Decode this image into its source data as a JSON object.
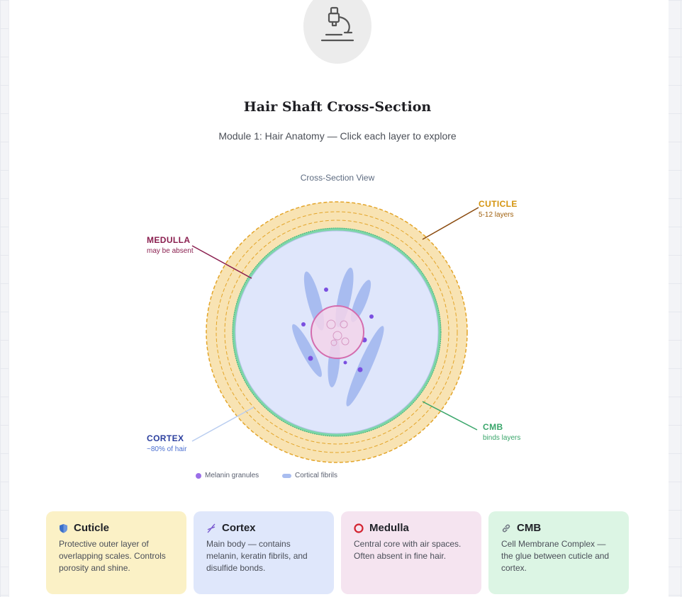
{
  "header": {
    "icon": "microscope-icon",
    "title": "Hair Shaft Cross-Section",
    "subtitle": "Module 1: Hair Anatomy — Click each layer to explore"
  },
  "diagram": {
    "view_label": "Cross-Section View",
    "callouts": {
      "cuticle": {
        "name": "CUTICLE",
        "detail": "5-12 layers",
        "color": "#d4940e"
      },
      "medulla": {
        "name": "MEDULLA",
        "detail": "may be absent",
        "color": "#8a1f4f"
      },
      "cortex": {
        "name": "CORTEX",
        "detail": "~80% of hair",
        "color": "#2b3f9e"
      },
      "cmb": {
        "name": "CMB",
        "detail": "binds layers",
        "color": "#3aa66b"
      }
    },
    "legend": {
      "melanin": "Melanin granules",
      "fibrils": "Cortical fibrils"
    }
  },
  "layers": [
    {
      "id": "cuticle",
      "icon": "shield-icon",
      "title": "Cuticle",
      "description": "Protective outer layer of overlapping scales. Controls porosity and shine.",
      "color": "#fbf1c6"
    },
    {
      "id": "cortex",
      "icon": "dna-icon",
      "title": "Cortex",
      "description": "Main body — contains melanin, keratin fibrils, and disulfide bonds.",
      "color": "#dfe7fb"
    },
    {
      "id": "medulla",
      "icon": "circle-icon",
      "title": "Medulla",
      "description": "Central core with air spaces. Often absent in fine hair.",
      "color": "#f5e4f0"
    },
    {
      "id": "cmb",
      "icon": "link-icon",
      "title": "CMB",
      "description": "Cell Membrane Complex — the glue between cuticle and cortex.",
      "color": "#dcf5e4"
    }
  ]
}
